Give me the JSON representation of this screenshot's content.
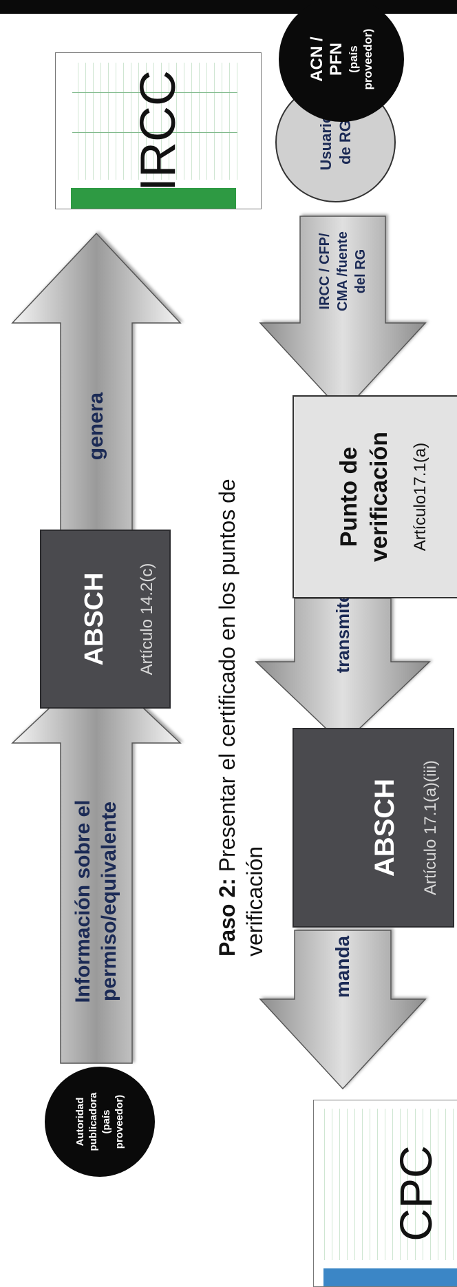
{
  "step2": {
    "label": "Paso 2:",
    "text_line1": "Presentar el certificado en los puntos de",
    "text_line2": "verificación"
  },
  "top_row": {
    "authority_circle": [
      "Autoridad",
      "publicadora",
      "(país",
      "proveedor)"
    ],
    "info_arrow_label": [
      "Información sobre el",
      "permiso/equivalente"
    ],
    "absch_box": {
      "title": "ABSCH",
      "article": "Artículo 14.2(c)"
    },
    "generates_arrow_label": "genera",
    "ircc_doc_label": "IRCC"
  },
  "bottom_row": {
    "cpc_doc_label": "CPC",
    "sends_arrow_label": "manda",
    "absch_box": {
      "title": "ABSCH",
      "article": "Artículo 17.1(a)(iii)"
    },
    "transmits_arrow_label": "transmite",
    "checkpoint_box": {
      "title": [
        "Punto de",
        "verificación"
      ],
      "article": "Artículo17.1(a)"
    },
    "documents_arrow_label": [
      "IRCC / CFP/",
      "CMA /fuente",
      "del RG"
    ],
    "user_circle": [
      "Usuario",
      "de RG"
    ],
    "acn_circle": [
      "ACN /",
      "PFN"
    ],
    "acn_circle_sub": [
      "(país",
      "proveedor)"
    ]
  },
  "colors": {
    "dark_box": "#4a4a4e",
    "light_box": "#e3e3e3",
    "navy_text": "#1b2a55",
    "black_circle": "#0a0a0a",
    "gray_circle": "#d0d0d0"
  }
}
